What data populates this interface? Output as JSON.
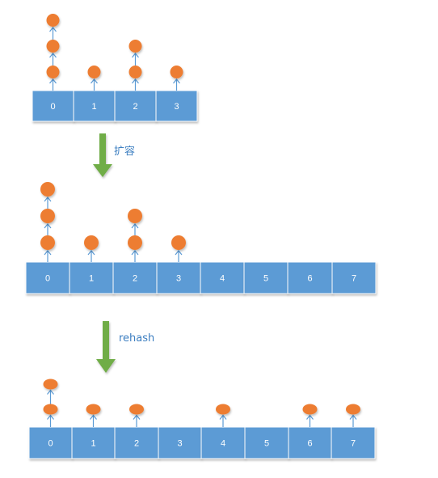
{
  "colors": {
    "cell_fill": "#5b9bd5",
    "cell_border": "#ffffff",
    "node_fill": "#ed7d31",
    "arrow_line": "#5b9bd5",
    "step_arrow": "#70ad47",
    "label_text": "#3d7fc1"
  },
  "stages": [
    {
      "name": "original-table",
      "node_shape": "circle",
      "buckets": [
        {
          "index": "0",
          "nodes": 3
        },
        {
          "index": "1",
          "nodes": 1
        },
        {
          "index": "2",
          "nodes": 2
        },
        {
          "index": "3",
          "nodes": 1
        }
      ]
    },
    {
      "name": "expanded-table",
      "node_shape": "circle",
      "buckets": [
        {
          "index": "0",
          "nodes": 3
        },
        {
          "index": "1",
          "nodes": 1
        },
        {
          "index": "2",
          "nodes": 2
        },
        {
          "index": "3",
          "nodes": 1
        },
        {
          "index": "4",
          "nodes": 0
        },
        {
          "index": "5",
          "nodes": 0
        },
        {
          "index": "6",
          "nodes": 0
        },
        {
          "index": "7",
          "nodes": 0
        }
      ]
    },
    {
      "name": "rehashed-table",
      "node_shape": "ellipse",
      "buckets": [
        {
          "index": "0",
          "nodes": 2
        },
        {
          "index": "1",
          "nodes": 1
        },
        {
          "index": "2",
          "nodes": 1
        },
        {
          "index": "3",
          "nodes": 0
        },
        {
          "index": "4",
          "nodes": 1
        },
        {
          "index": "5",
          "nodes": 0
        },
        {
          "index": "6",
          "nodes": 1
        },
        {
          "index": "7",
          "nodes": 1
        }
      ]
    }
  ],
  "steps": [
    {
      "label": "扩容"
    },
    {
      "label": "rehash"
    }
  ]
}
